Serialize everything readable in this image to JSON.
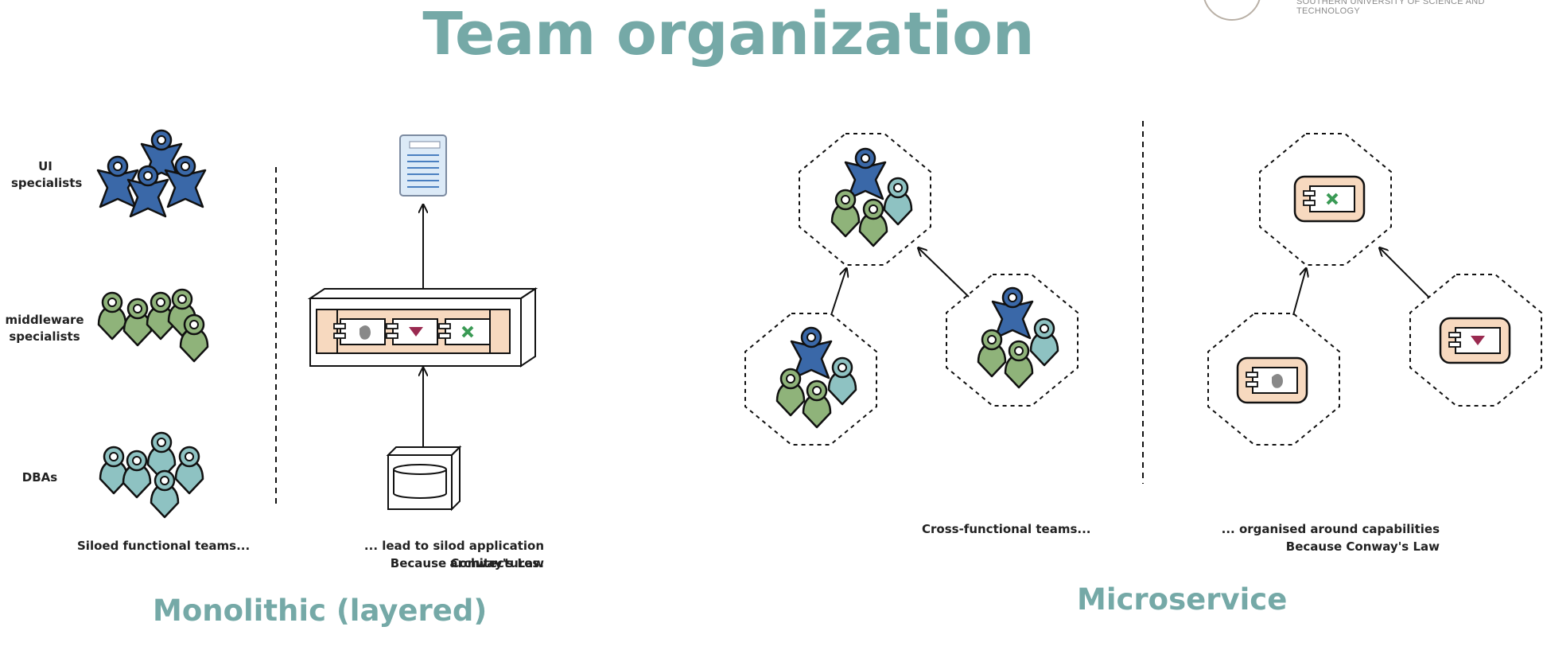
{
  "title": "Team organization",
  "university": "SOUTHERN UNIVERSITY OF SCIENCE AND TECHNOLOGY",
  "monolith": {
    "groups": [
      "UI specialists",
      "middleware specialists",
      "DBAs"
    ],
    "caption_left": "Siloed functional teams...",
    "caption_right_1": "... lead to silod application architectures.",
    "caption_right_2": "Because Conway's Law",
    "section": "Monolithic (layered)"
  },
  "microservice": {
    "caption_left": "Cross-functional teams...",
    "caption_right_1": "... organised around capabilities",
    "caption_right_2": "Because Conway's Law",
    "section": "Microservice"
  },
  "colors": {
    "accent": "#75a9a7",
    "ui_person": "#3a68a8",
    "middleware_person": "#8fb37a",
    "dba_person": "#8ec2c2",
    "component": "#f7d9bf"
  },
  "icons": [
    "person-star-icon",
    "person-round-icon",
    "document-icon",
    "database-icon",
    "component-icon"
  ]
}
